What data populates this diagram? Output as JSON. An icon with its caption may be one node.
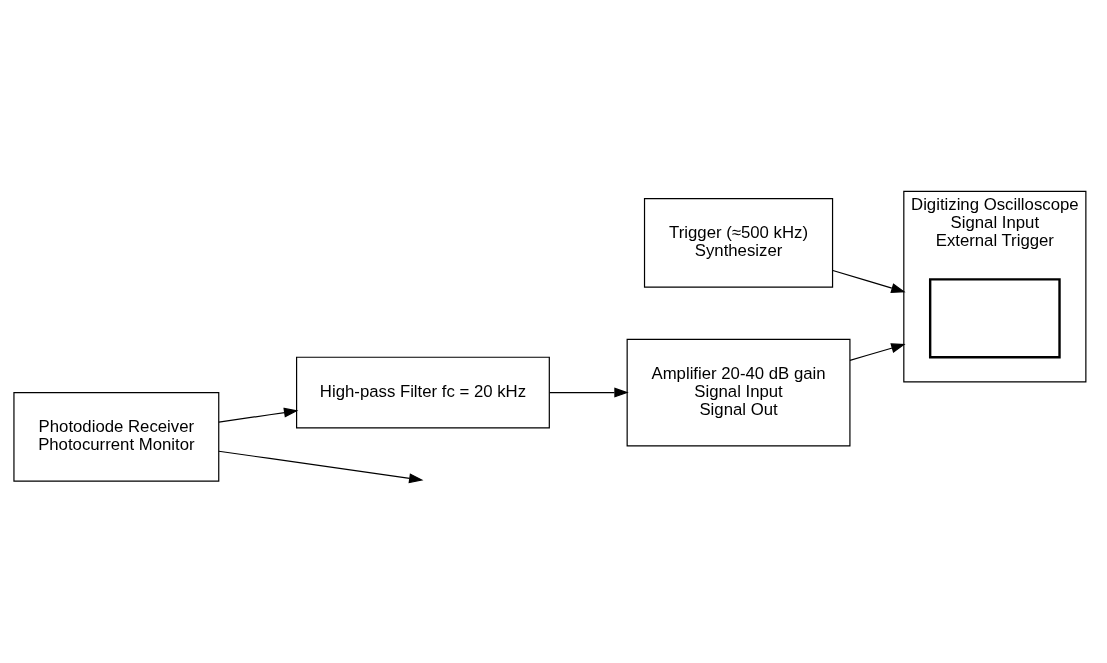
{
  "diagram": {
    "nodes": [
      {
        "text": [
          "High-pass Filter fc = 20 kHz"
        ]
      },
      {
        "text": [
          "Amplifier 20-40 dB gain",
          "Signal Input",
          "Signal Out"
        ]
      },
      {
        "text": [
          "Digitizing Oscilloscope",
          "Signal Input",
          "External Trigger"
        ]
      },
      {
        "text": [],
        "shape": "box",
        "in": 2
      },
      {
        "text": [
          "Photodiode Receiver",
          "Photocurrent Monitor"
        ]
      },
      {
        "text": [
          "Trigger (≈500 kHz)",
          "Synthesizer"
        ]
      }
    ],
    "edges": [
      {
        "from": 4,
        "to": 0,
        "arrow": "to"
      },
      {
        "from": 0,
        "to": 1,
        "arrow": "to"
      },
      {
        "from": 1,
        "to": 2,
        "arrow": "to"
      },
      {
        "from": 5,
        "to": 2,
        "arrow": "to"
      },
      {
        "from": 4,
        "to": null,
        "arrow": "to"
      }
    ]
  }
}
